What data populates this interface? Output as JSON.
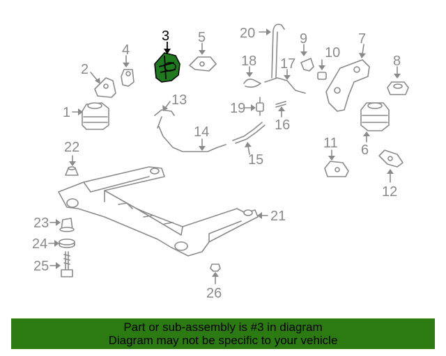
{
  "diagram": {
    "callouts": [
      "1",
      "2",
      "3",
      "4",
      "5",
      "6",
      "7",
      "8",
      "9",
      "10",
      "11",
      "12",
      "13",
      "14",
      "15",
      "16",
      "17",
      "18",
      "19",
      "20",
      "21",
      "22",
      "23",
      "24",
      "25",
      "26"
    ],
    "highlighted_callout": "3",
    "colors": {
      "highlight_part": "#1f7a1f",
      "parts": "#8a8a8a",
      "banner": "#2b7a12"
    }
  },
  "banner": {
    "line1": "Part or sub-assembly is #3 in diagram",
    "line2": "Diagram may not be specific to your vehicle"
  }
}
